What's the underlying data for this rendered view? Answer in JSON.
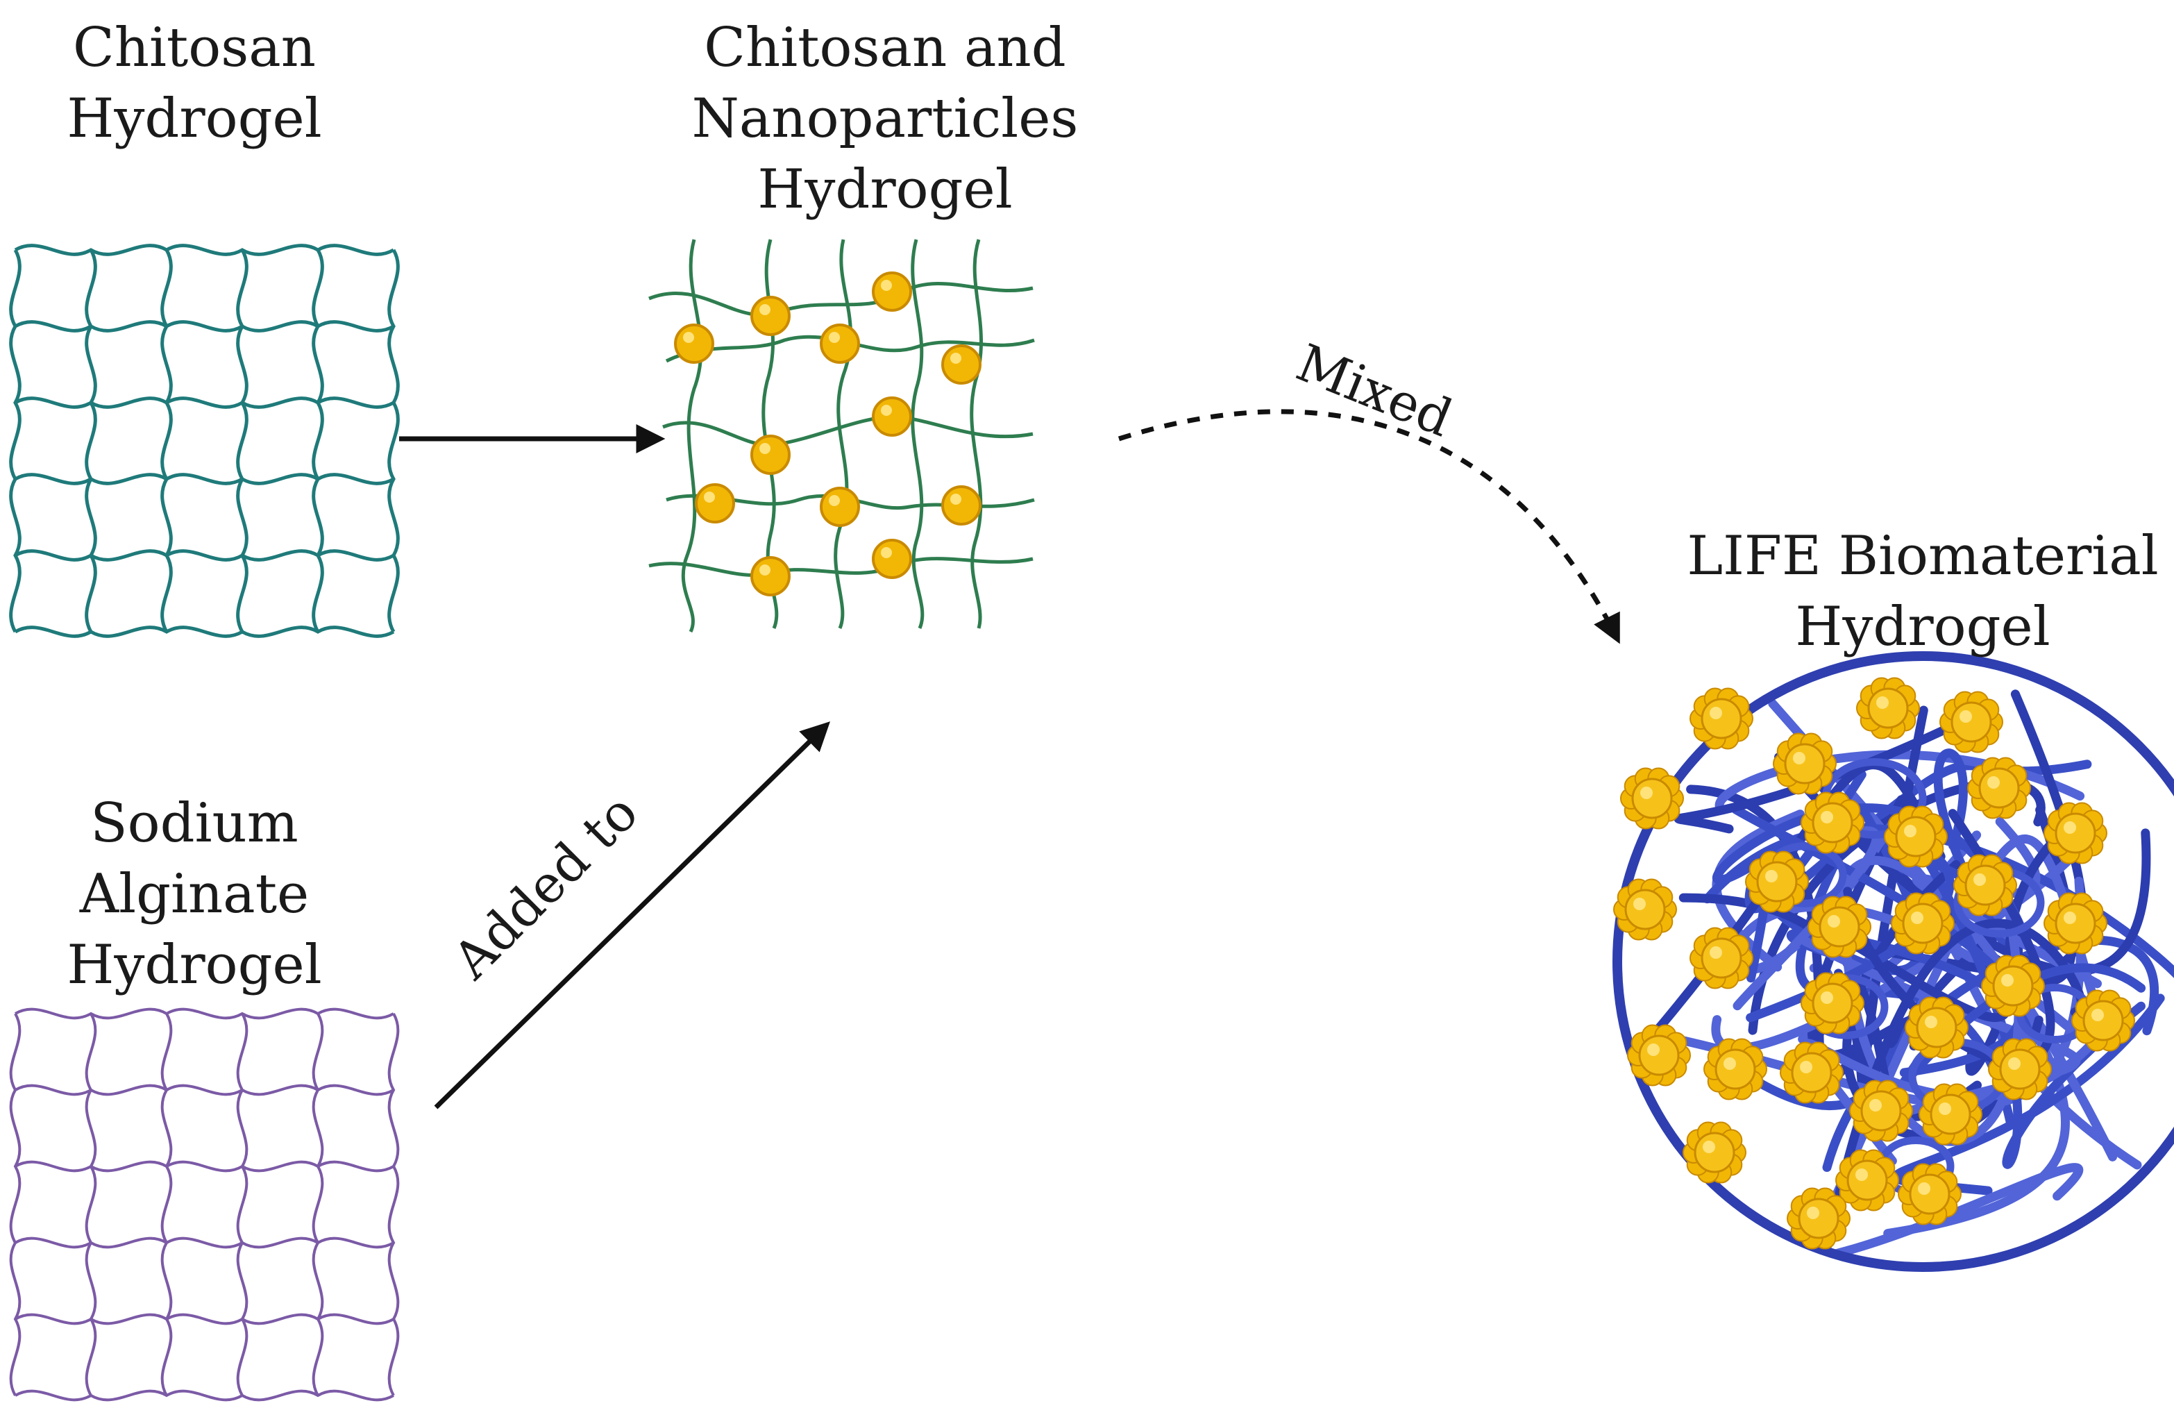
{
  "labels": {
    "chitosan": [
      "Chitosan",
      "Hydrogel"
    ],
    "chitosan_np": [
      "Chitosan and",
      "Nanoparticles",
      "Hydrogel"
    ],
    "alginate": [
      "Sodium",
      "Alginate",
      "Hydrogel"
    ],
    "life": [
      "LIFE Biomaterial",
      "Hydrogel"
    ]
  },
  "arrows": {
    "added_to": "Added to",
    "mixed": "Mixed"
  },
  "colors": {
    "chitosan_mesh": "#1f7a7a",
    "alginate_mesh": "#7b5aa6",
    "np_mesh": "#2e7d4f",
    "nanoparticle": "#f2b705",
    "nanoparticle_edge": "#c98a00",
    "life_fiber": "#3a4fc7",
    "arrow": "#111111"
  }
}
